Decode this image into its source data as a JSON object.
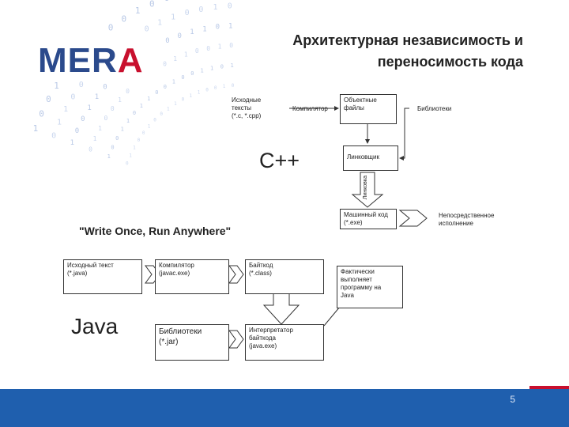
{
  "header": {
    "logo": {
      "main": "MER",
      "accent": "A"
    },
    "title_line1": "Архитектурная независимость и",
    "title_line2": "переносимость кода"
  },
  "cpp": {
    "label": "C++",
    "source_box": "Исходные\nтексты\n(*.c, *.cpp)",
    "compiler_label": "Компилятор",
    "object_box": "Объектные\nфайлы",
    "library_box": "Библиотеки",
    "linker_box": "Линковщик",
    "link_label": "Линковка",
    "machine_code_box": "Машинный код\n(*.exe)",
    "direct_exec_label": "Непосредственное\nисполнение"
  },
  "slogan": "\"Write Once, Run Anywhere\"",
  "java": {
    "label": "Java",
    "source_box": "Исходный текст\n(*.java)",
    "compiler_box": "Компилятор\n(javac.exe)",
    "bytecode_box": "Байткод\n(*.class)",
    "note_box": "Фактически\nвыполняет\nпрограмму на\nJava",
    "libraries_box": "Библиотеки\n(*.jar)",
    "interpreter_box": "Интерпретатор\nбайткода\n(java.exe)"
  },
  "footer": {
    "page_number": "5"
  },
  "colors": {
    "brand_blue": "#1f5fae",
    "brand_red": "#c8102e",
    "logo_blue": "#2b4a8c"
  }
}
